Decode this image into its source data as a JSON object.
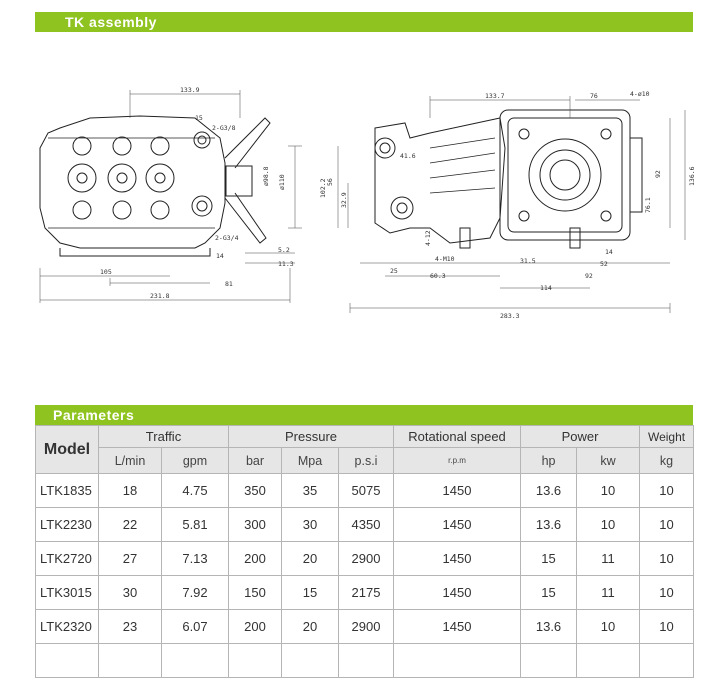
{
  "sections": {
    "assembly_title": "TK assembly",
    "parameters_title": "Parameters"
  },
  "colors": {
    "accent": "#8fc31f",
    "header_bg": "#e6e6e6",
    "grid": "#b5b5b5"
  },
  "drawing": {
    "front": {
      "dims": [
        "133.9",
        "15",
        "2-G3/8",
        "2-G3/4",
        "ø98.8",
        "ø110",
        "14",
        "5.2",
        "11.3",
        "105",
        "81",
        "231.8"
      ]
    },
    "side": {
      "dims": [
        "133.7",
        "76",
        "4-ø10",
        "41.6",
        "56",
        "102.2",
        "32.9",
        "4-M10",
        "4-12",
        "31.5",
        "25",
        "60.3",
        "114",
        "92",
        "52",
        "14",
        "92",
        "76.1",
        "136.6",
        "283.3"
      ]
    }
  },
  "table": {
    "headers": {
      "model": "Model",
      "traffic": "Traffic",
      "pressure": "Pressure",
      "rotational_speed": "Rotational speed",
      "power": "Power",
      "weight": "Weight"
    },
    "units": {
      "lmin": "L/min",
      "gpm": "gpm",
      "bar": "bar",
      "mpa": "Mpa",
      "psi": "p.s.i",
      "rpm": "r.p.m",
      "hp": "hp",
      "kw": "kw",
      "kg": "kg"
    },
    "rows": [
      {
        "model": "LTK1835",
        "lmin": "18",
        "gpm": "4.75",
        "bar": "350",
        "mpa": "35",
        "psi": "5075",
        "rpm": "1450",
        "hp": "13.6",
        "kw": "10",
        "kg": "10"
      },
      {
        "model": "LTK2230",
        "lmin": "22",
        "gpm": "5.81",
        "bar": "300",
        "mpa": "30",
        "psi": "4350",
        "rpm": "1450",
        "hp": "13.6",
        "kw": "10",
        "kg": "10"
      },
      {
        "model": "LTK2720",
        "lmin": "27",
        "gpm": "7.13",
        "bar": "200",
        "mpa": "20",
        "psi": "2900",
        "rpm": "1450",
        "hp": "15",
        "kw": "11",
        "kg": "10"
      },
      {
        "model": "LTK3015",
        "lmin": "30",
        "gpm": "7.92",
        "bar": "150",
        "mpa": "15",
        "psi": "2175",
        "rpm": "1450",
        "hp": "15",
        "kw": "11",
        "kg": "10"
      },
      {
        "model": "LTK2320",
        "lmin": "23",
        "gpm": "6.07",
        "bar": "200",
        "mpa": "20",
        "psi": "2900",
        "rpm": "1450",
        "hp": "13.6",
        "kw": "10",
        "kg": "10"
      }
    ]
  }
}
